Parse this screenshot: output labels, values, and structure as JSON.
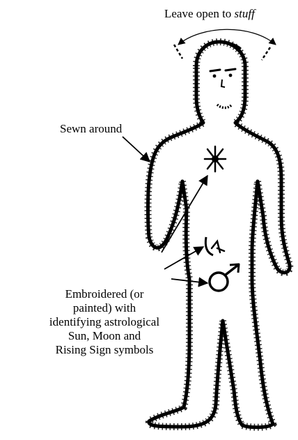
{
  "labels": {
    "top_prefix": "Leave open to ",
    "top_emphasis": "stuff",
    "sewn": "Sewn around",
    "embroidered_lines": [
      "Embroidered (or",
      "painted) with",
      "identifying astrological",
      "Sun, Moon and",
      "Rising Sign symbols"
    ]
  },
  "icons": {
    "sun_symbol": "star-burst-icon",
    "moon_symbol": "moon-glyph-icon",
    "rising_symbol": "mars-symbol-icon"
  },
  "colors": {
    "ink": "#000000",
    "background": "#ffffff"
  }
}
